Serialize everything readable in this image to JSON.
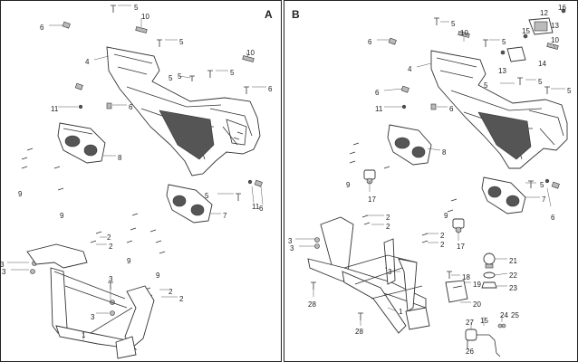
{
  "panels": [
    {
      "letter": "A",
      "callouts": [
        {
          "n": "5"
        },
        {
          "n": "10"
        },
        {
          "n": "6"
        },
        {
          "n": "5"
        },
        {
          "n": "4"
        },
        {
          "n": "5"
        },
        {
          "n": "10"
        },
        {
          "n": "6"
        },
        {
          "n": "5"
        },
        {
          "n": "5"
        },
        {
          "n": "11"
        },
        {
          "n": "6"
        },
        {
          "n": "8"
        },
        {
          "n": "9"
        },
        {
          "n": "9"
        },
        {
          "n": "5"
        },
        {
          "n": "7"
        },
        {
          "n": "11"
        },
        {
          "n": "6"
        },
        {
          "n": "2"
        },
        {
          "n": "2"
        },
        {
          "n": "3"
        },
        {
          "n": "3"
        },
        {
          "n": "9"
        },
        {
          "n": "9"
        },
        {
          "n": "3"
        },
        {
          "n": "2"
        },
        {
          "n": "2"
        },
        {
          "n": "3"
        },
        {
          "n": "1"
        }
      ]
    },
    {
      "letter": "B",
      "callouts": [
        {
          "n": "16"
        },
        {
          "n": "12"
        },
        {
          "n": "5"
        },
        {
          "n": "13"
        },
        {
          "n": "10"
        },
        {
          "n": "15"
        },
        {
          "n": "6"
        },
        {
          "n": "5"
        },
        {
          "n": "4"
        },
        {
          "n": "13"
        },
        {
          "n": "14"
        },
        {
          "n": "10"
        },
        {
          "n": "6"
        },
        {
          "n": "5"
        },
        {
          "n": "5"
        },
        {
          "n": "5"
        },
        {
          "n": "11"
        },
        {
          "n": "6"
        },
        {
          "n": "8"
        },
        {
          "n": "9"
        },
        {
          "n": "17"
        },
        {
          "n": "5"
        },
        {
          "n": "7"
        },
        {
          "n": "6"
        },
        {
          "n": "9"
        },
        {
          "n": "17"
        },
        {
          "n": "2"
        },
        {
          "n": "2"
        },
        {
          "n": "3"
        },
        {
          "n": "3"
        },
        {
          "n": "2"
        },
        {
          "n": "2"
        },
        {
          "n": "3"
        },
        {
          "n": "21"
        },
        {
          "n": "22"
        },
        {
          "n": "18"
        },
        {
          "n": "19"
        },
        {
          "n": "23"
        },
        {
          "n": "20"
        },
        {
          "n": "28"
        },
        {
          "n": "1"
        },
        {
          "n": "28"
        },
        {
          "n": "24"
        },
        {
          "n": "27"
        },
        {
          "n": "15"
        },
        {
          "n": "25"
        },
        {
          "n": "26"
        }
      ]
    }
  ]
}
